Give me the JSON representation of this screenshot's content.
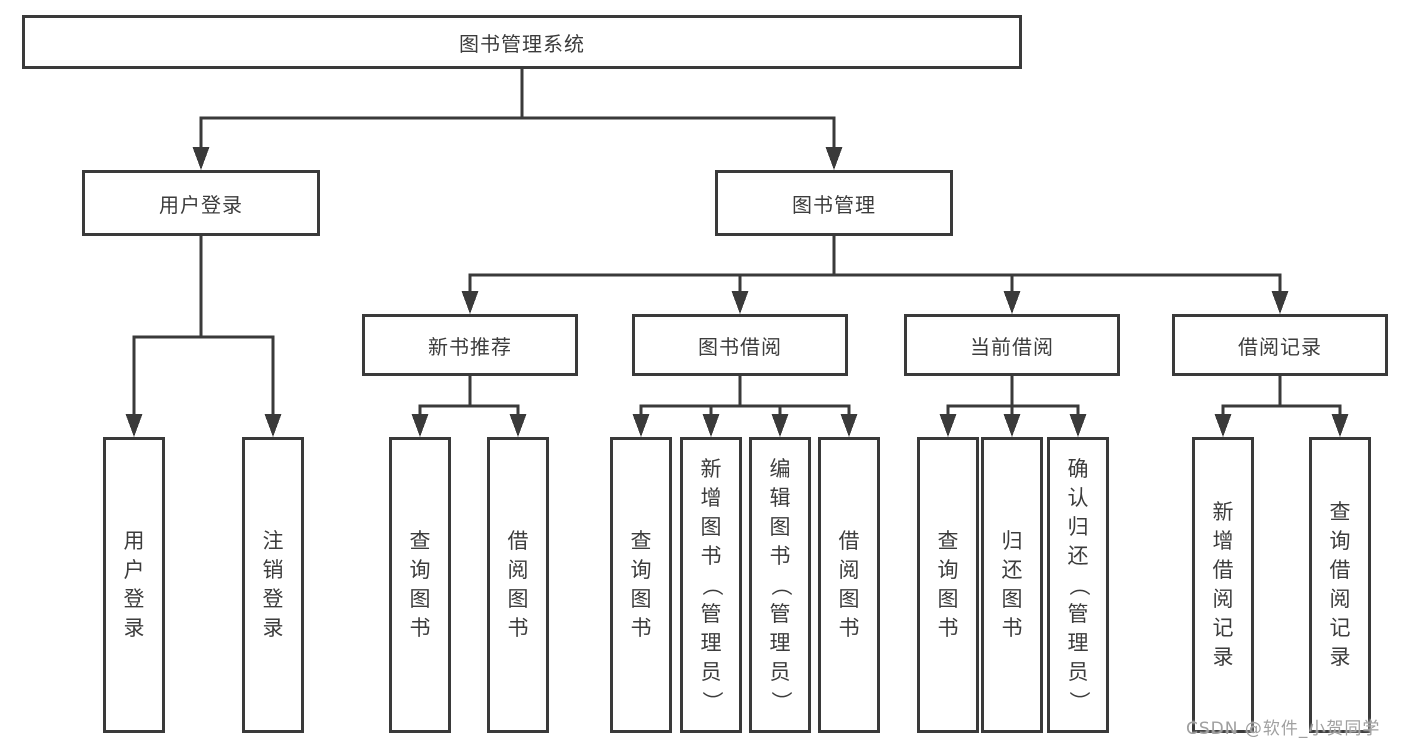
{
  "diagram": {
    "root": {
      "label": "图书管理系统"
    },
    "branches": [
      {
        "label": "用户登录",
        "children": [
          "用户登录",
          "注销登录"
        ]
      },
      {
        "label": "图书管理",
        "groups": [
          {
            "label": "新书推荐",
            "children": [
              "查询图书",
              "借阅图书"
            ]
          },
          {
            "label": "图书借阅",
            "children": [
              "查询图书",
              "新增图书（管理员）",
              "编辑图书（管理员）",
              "借阅图书"
            ]
          },
          {
            "label": "当前借阅",
            "children": [
              "查询图书",
              "归还图书",
              "确认归还（管理员）"
            ]
          },
          {
            "label": "借阅记录",
            "children": [
              "新增借阅记录",
              "查询借阅记录"
            ]
          }
        ]
      }
    ]
  },
  "watermark": "CSDN @软件_小贺同学",
  "colors": {
    "line": "#3a3a3a",
    "text": "#3c3c3c",
    "watermark": "#a0a0a0",
    "background": "#ffffff"
  }
}
